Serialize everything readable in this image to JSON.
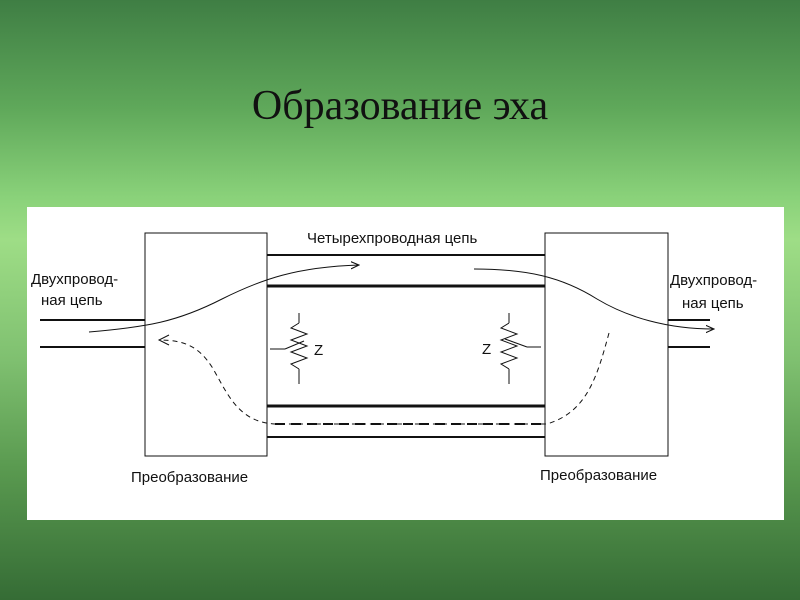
{
  "slide": {
    "title": "Образование эха"
  },
  "diagram": {
    "four_wire_label": "Четырехпроводная цепь",
    "left_two_wire_label_line1": "Двухпровод-",
    "left_two_wire_label_line2": "ная цепь",
    "right_two_wire_label_line1": "Двухпровод-",
    "right_two_wire_label_line2": "ная цепь",
    "left_converter_label": "Преобразование",
    "right_converter_label": "Преобразование",
    "left_impedance_label": "Z",
    "right_impedance_label": "Z"
  }
}
